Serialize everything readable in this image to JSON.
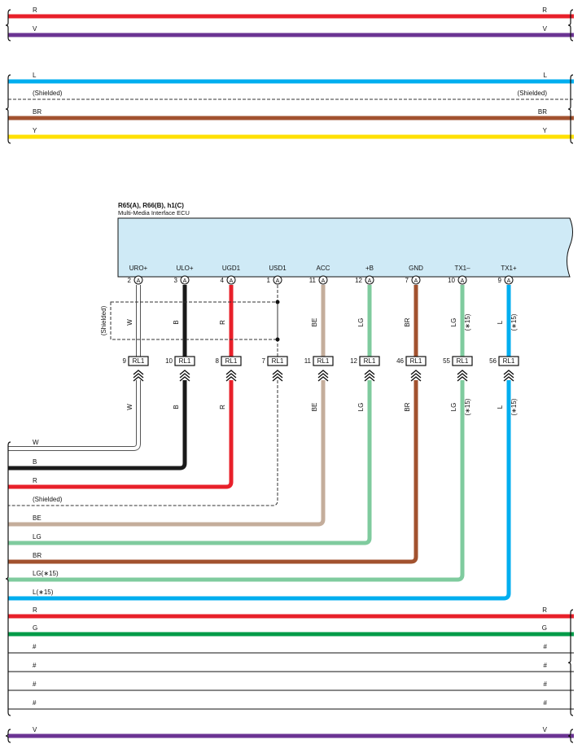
{
  "top_wires": [
    {
      "label": "R",
      "color": "#E8202A",
      "group": 1
    },
    {
      "label": "V",
      "color": "#6B3493",
      "group": 1
    },
    {
      "label": "L",
      "color": "#00AEEF",
      "group": 2
    },
    {
      "label": "(Shielded)",
      "color": "#333333",
      "group": 2,
      "shield": true
    },
    {
      "label": "BR",
      "color": "#A2522F",
      "group": 2
    },
    {
      "label": "Y",
      "color": "#FFE000",
      "group": 2
    }
  ],
  "ecu": {
    "title": "R65(A), R66(B), h1(C)",
    "subtitle": "Multi-Media Interface ECU",
    "body_color": "#CFEAF6"
  },
  "pins": [
    {
      "name": "URO+",
      "pin": "2",
      "conn": "A",
      "wire_label": "W",
      "wire_color": "#FFFFFF",
      "hollow": true,
      "rl_pin": "9",
      "rl": "RL1",
      "note": "",
      "bus_label": "W"
    },
    {
      "name": "ULO+",
      "pin": "3",
      "conn": "A",
      "wire_label": "B",
      "wire_color": "#1A1A1A",
      "hollow": false,
      "rl_pin": "10",
      "rl": "RL1",
      "note": "",
      "bus_label": "B"
    },
    {
      "name": "UGD1",
      "pin": "4",
      "conn": "A",
      "wire_label": "R",
      "wire_color": "#E8202A",
      "hollow": false,
      "rl_pin": "8",
      "rl": "RL1",
      "note": "",
      "bus_label": "R"
    },
    {
      "name": "USD1",
      "pin": "1",
      "conn": "A",
      "wire_label": "",
      "wire_color": "#333333",
      "hollow": false,
      "shield": true,
      "rl_pin": "7",
      "rl": "RL1",
      "note": "",
      "bus_label": "(Shielded)"
    },
    {
      "name": "ACC",
      "pin": "11",
      "conn": "A",
      "wire_label": "BE",
      "wire_color": "#C4AD9B",
      "hollow": false,
      "rl_pin": "11",
      "rl": "RL1",
      "note": "",
      "bus_label": "BE"
    },
    {
      "name": "+B",
      "pin": "12",
      "conn": "A",
      "wire_label": "LG",
      "wire_color": "#7FCB9E",
      "hollow": false,
      "rl_pin": "12",
      "rl": "RL1",
      "note": "",
      "bus_label": "LG"
    },
    {
      "name": "GND",
      "pin": "7",
      "conn": "A",
      "wire_label": "BR",
      "wire_color": "#A2522F",
      "hollow": false,
      "rl_pin": "46",
      "rl": "RL1",
      "note": "",
      "bus_label": "BR"
    },
    {
      "name": "TX1–",
      "pin": "10",
      "conn": "A",
      "wire_label": "LG",
      "wire_color": "#7FCB9E",
      "hollow": false,
      "rl_pin": "55",
      "rl": "RL1",
      "note": "(∗15)",
      "bus_label": "LG(∗15)"
    },
    {
      "name": "TX1+",
      "pin": "9",
      "conn": "A",
      "wire_label": "L",
      "wire_color": "#00AEEF",
      "hollow": false,
      "rl_pin": "56",
      "rl": "RL1",
      "note": "(∗15)",
      "bus_label": "L(∗15)"
    }
  ],
  "shield_label": "(Shielded)",
  "bottom_wires": [
    {
      "label": "R",
      "color": "#E8202A",
      "group": 1
    },
    {
      "label": "G",
      "color": "#009B48",
      "group": 1
    },
    {
      "label": "#",
      "color": "#111111",
      "group": 1,
      "thin": true
    },
    {
      "label": "#",
      "color": "#111111",
      "group": 1,
      "thin": true
    },
    {
      "label": "#",
      "color": "#111111",
      "group": 1,
      "thin": true
    },
    {
      "label": "#",
      "color": "#111111",
      "group": 1,
      "thin": true
    },
    {
      "label": "V",
      "color": "#6B3493",
      "group": 2
    }
  ]
}
